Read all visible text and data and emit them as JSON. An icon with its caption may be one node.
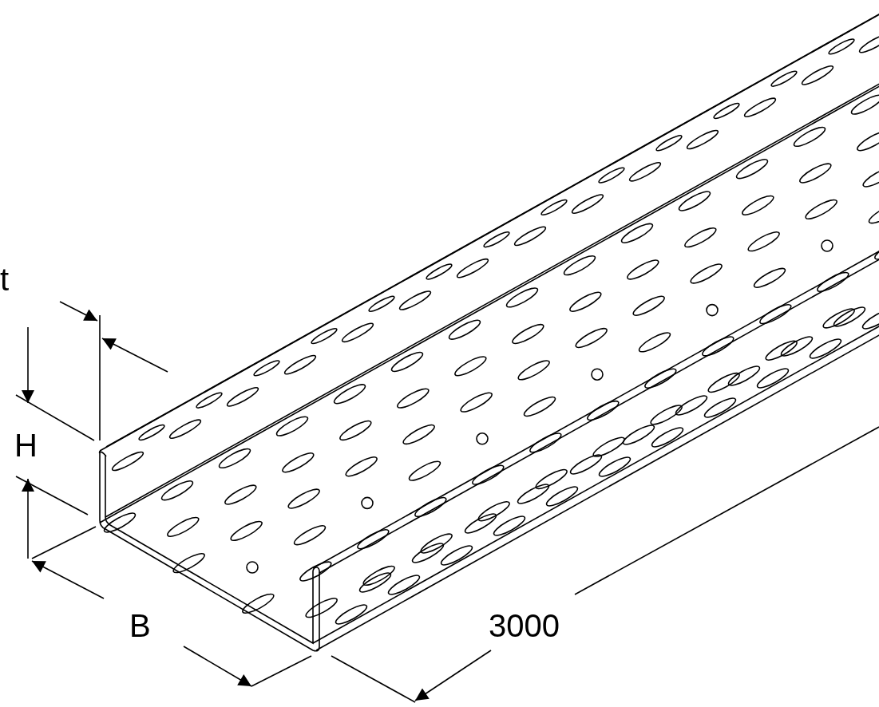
{
  "diagram": {
    "labels": [
      "t",
      "H",
      "B",
      "3000"
    ]
  }
}
